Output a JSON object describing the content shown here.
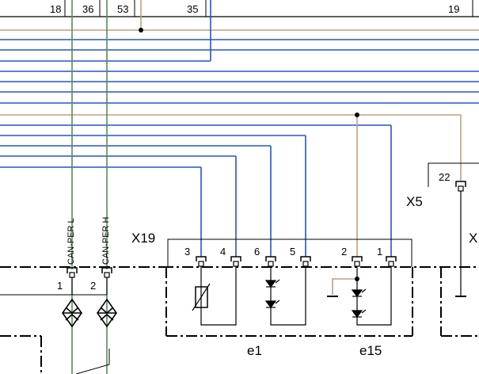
{
  "colors": {
    "blue": "#2255cc",
    "tan": "#c0a080",
    "green": "#5a8a5a",
    "black": "#000000"
  },
  "top_labels": {
    "w18": "18",
    "w36": "36",
    "w53": "53",
    "w35": "35",
    "w19": "19"
  },
  "can": {
    "low": "CAN-PER L",
    "high": "CAN-PER H",
    "pin_low": "1",
    "pin_high": "2"
  },
  "connector_x19": {
    "name": "X19",
    "pins": [
      "3",
      "4",
      "6",
      "5",
      "2",
      "1"
    ]
  },
  "connector_x5": {
    "name": "X5",
    "pin": "22",
    "partial_name": "X"
  },
  "components": {
    "e1": "e1",
    "e15": "e15"
  }
}
